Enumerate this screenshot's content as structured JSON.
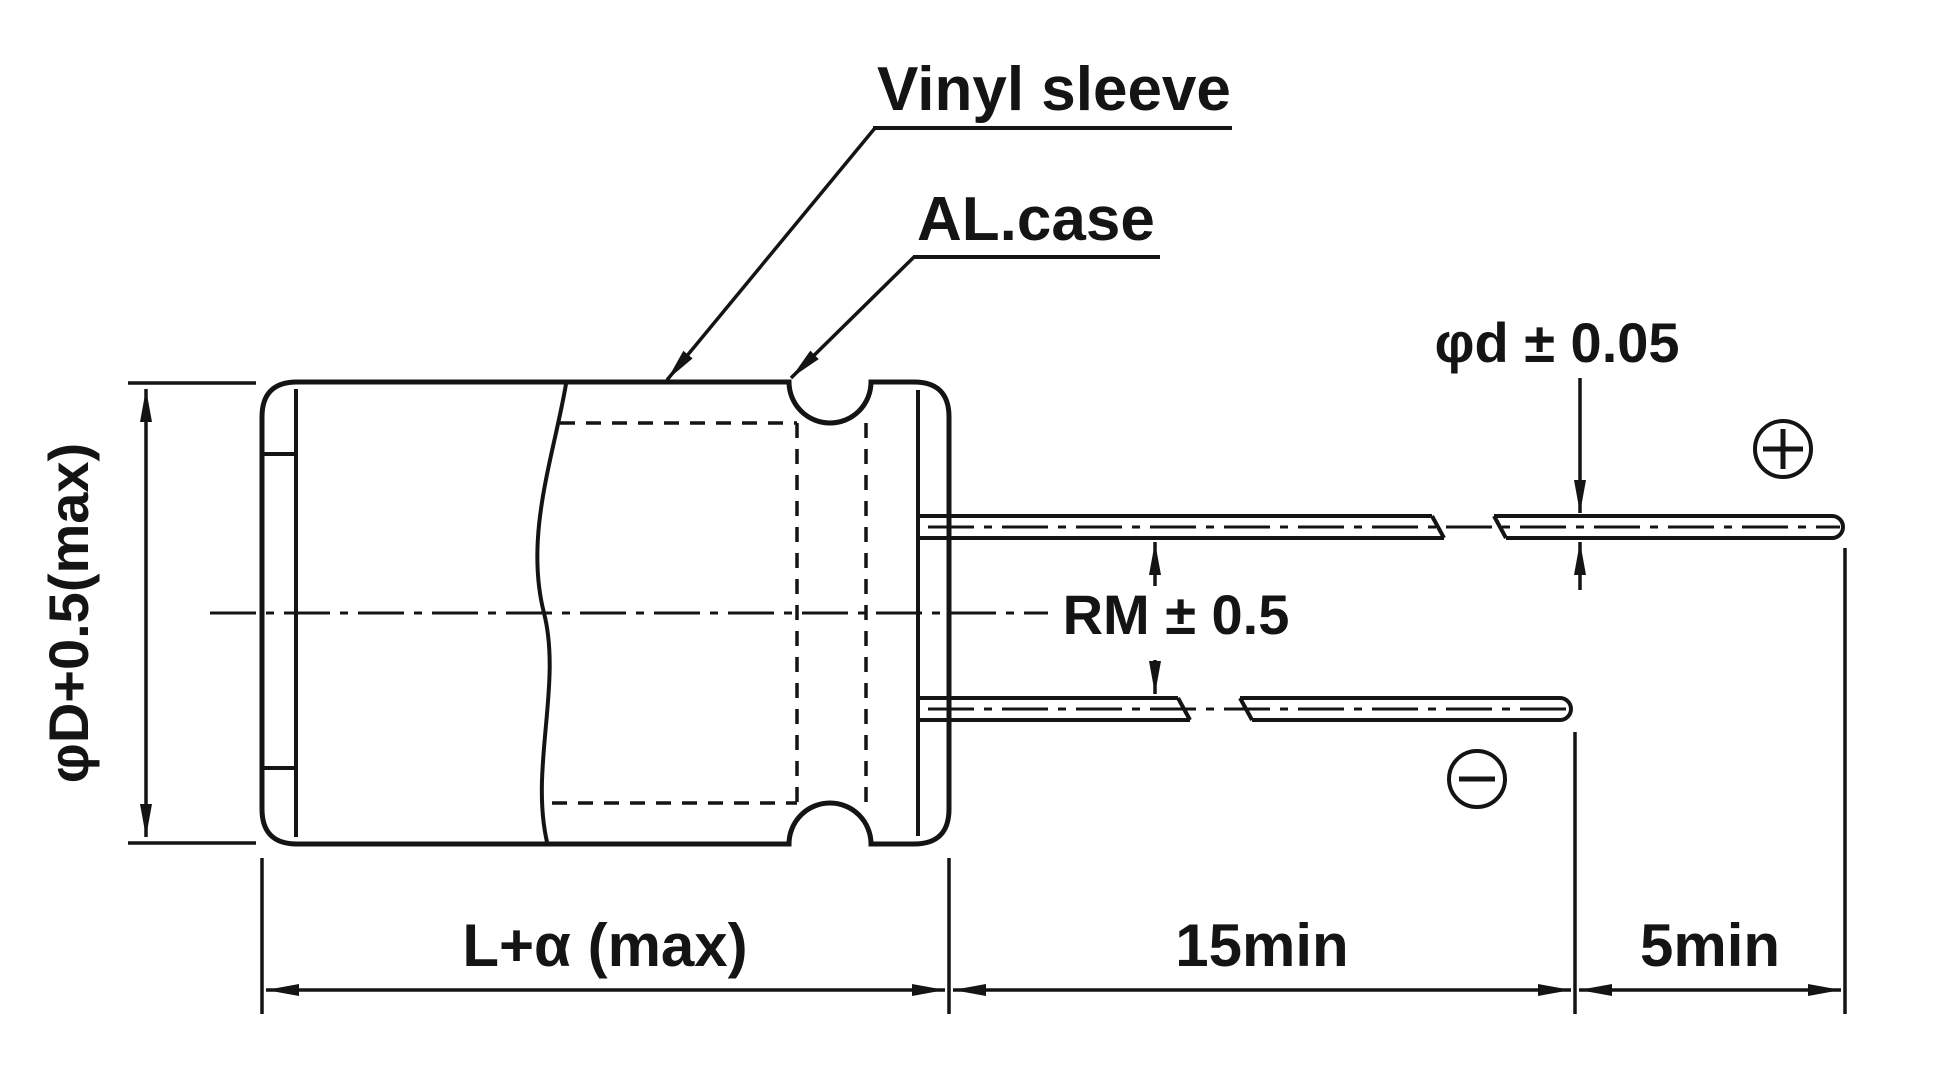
{
  "callouts": {
    "vinyl_sleeve": "Vinyl sleeve",
    "al_case": "AL.case"
  },
  "dimensions": {
    "lead_diameter": "φd ± 0.05",
    "lead_spacing": "RM ± 0.5",
    "case_diameter": "φD+0.5(max)",
    "case_length": "L+α (max)",
    "lead_length": "15min",
    "lead_end_length": "5min"
  },
  "icons": {
    "positive_polarity": "plus-in-circle",
    "negative_polarity": "minus-in-circle"
  },
  "colors": {
    "line": "#141414",
    "background": "#ffffff"
  }
}
